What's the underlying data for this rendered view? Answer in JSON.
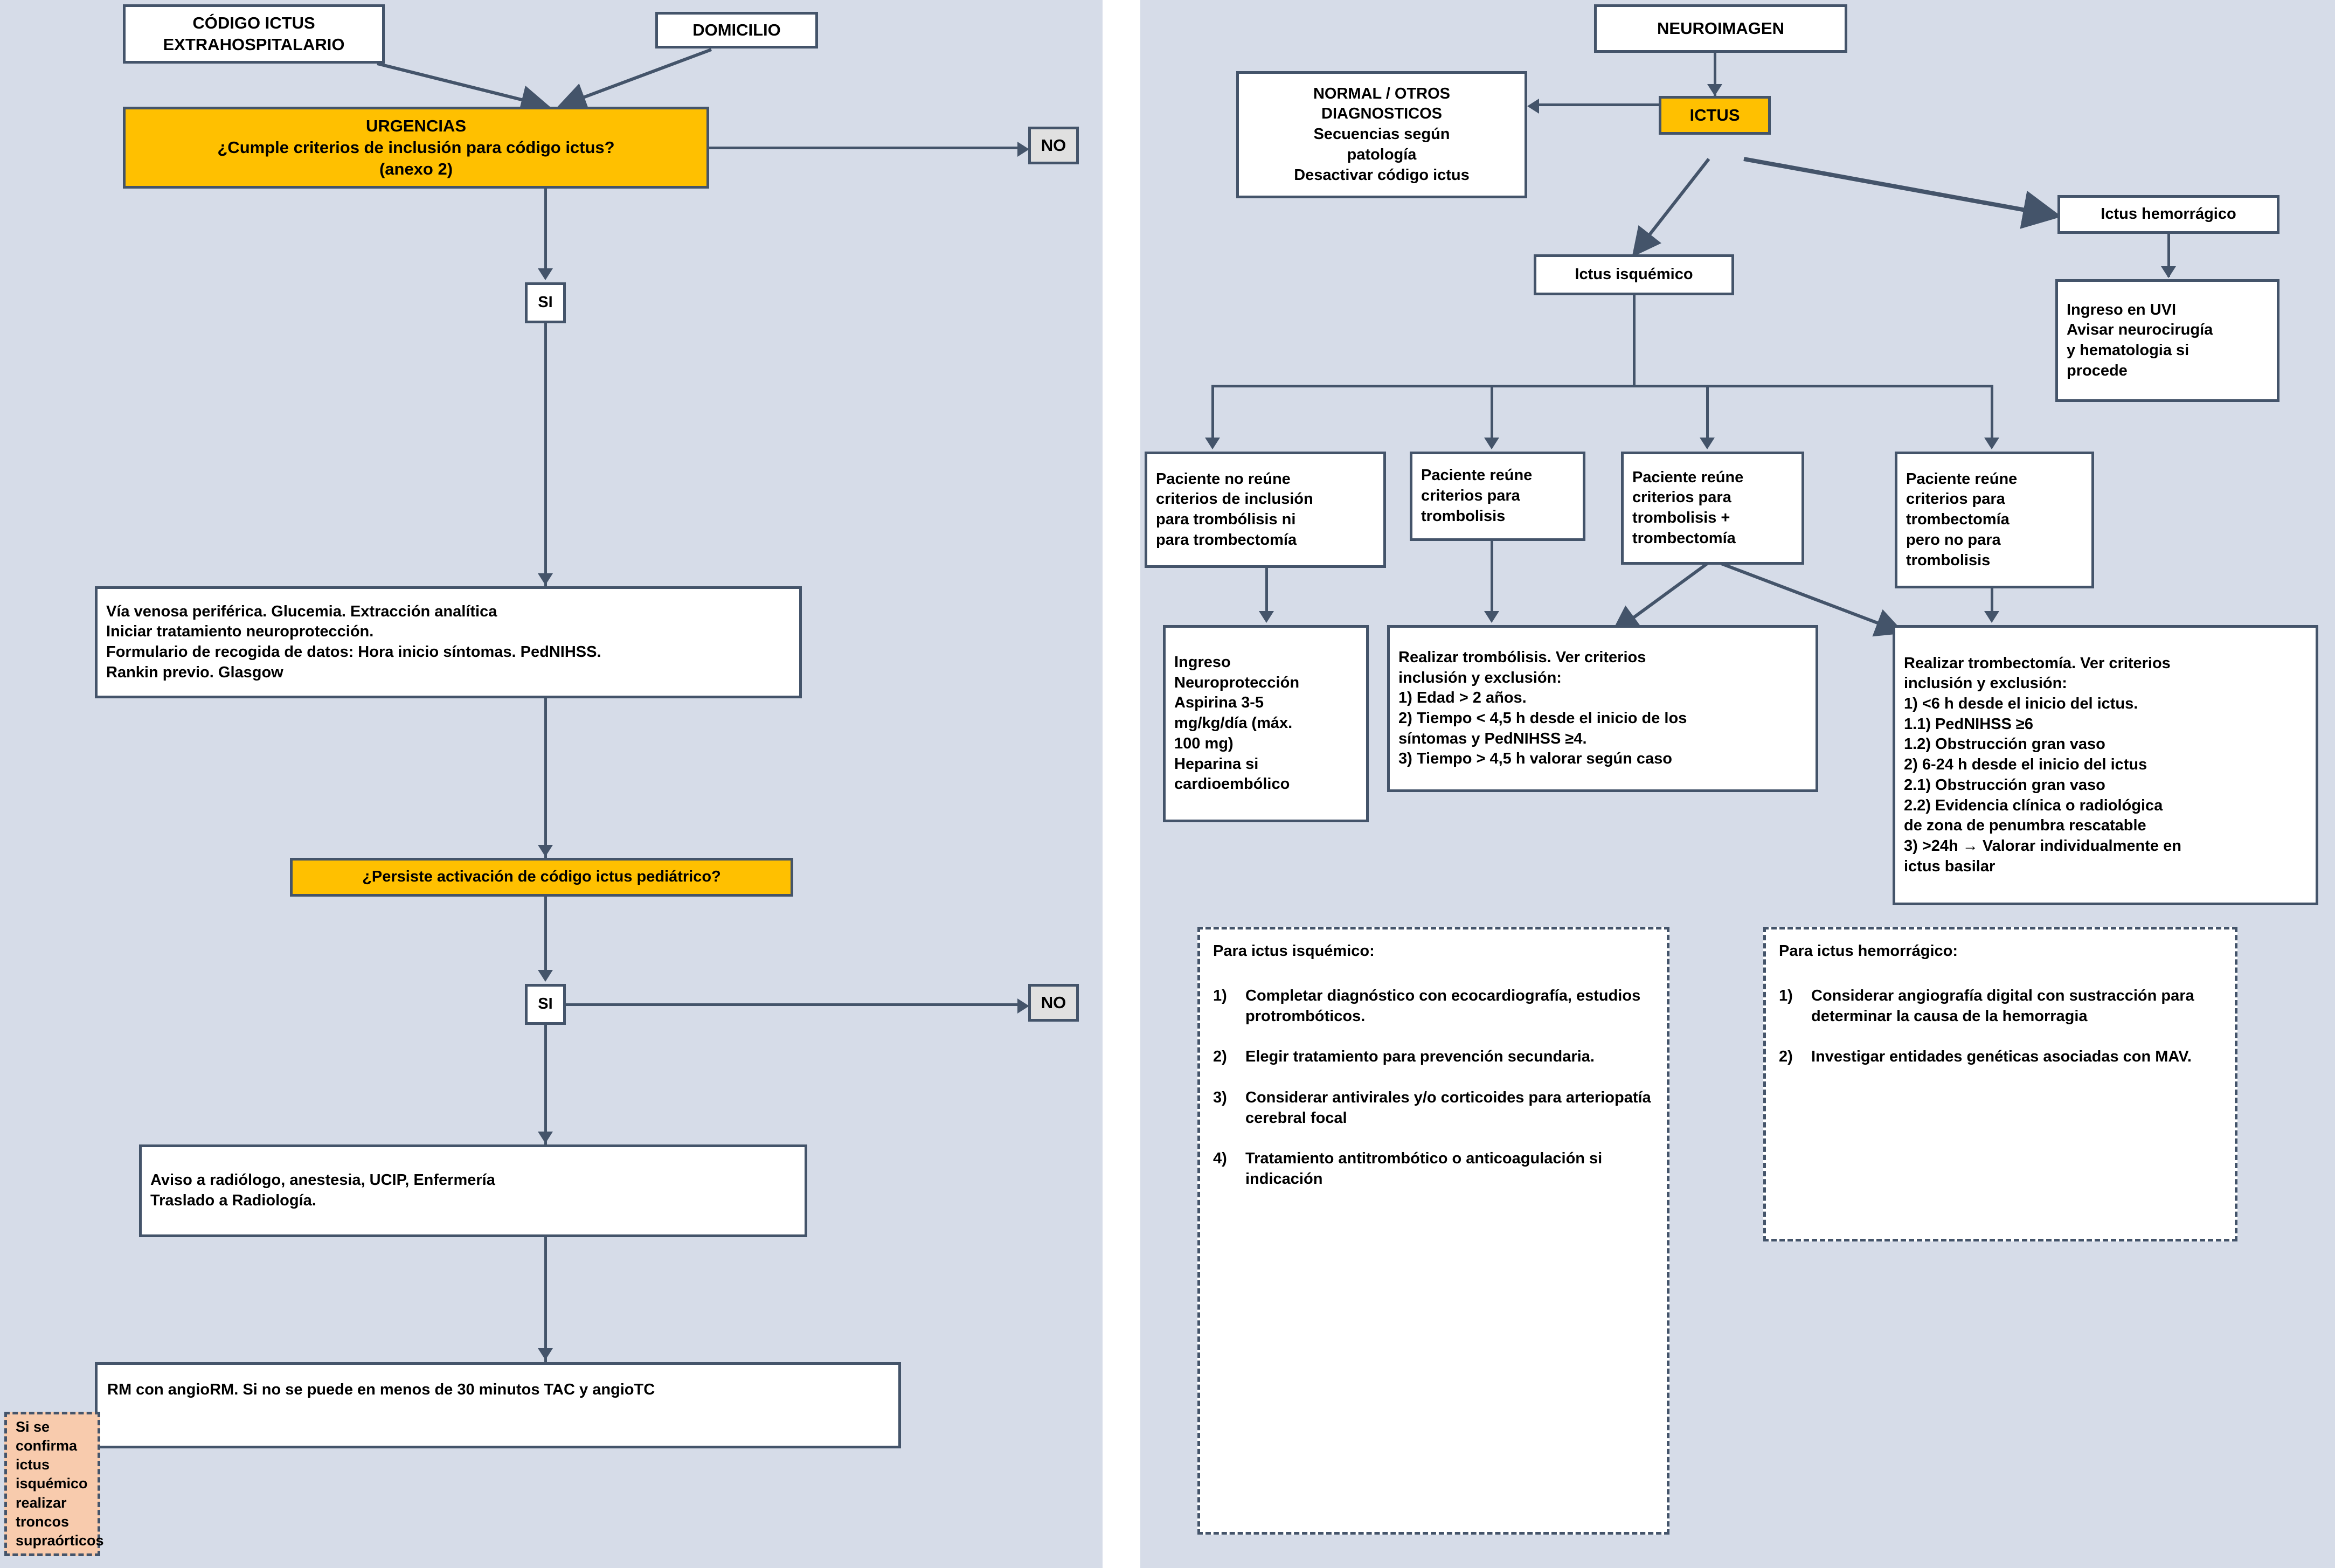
{
  "diagram": {
    "title": "Protocolo codigo ictus pediatrico",
    "colors": {
      "background": "#d6dce8",
      "border": "#44546a",
      "highlight": "#ffc000",
      "note": "#f8cbad",
      "neutral": "#e0e0e0"
    }
  },
  "left_panel": {
    "codigo_ictus_extrahospitalario": "CÓDIGO ICTUS\nEXTRAHOSPITALARIO",
    "domicilio": "DOMICILIO",
    "urgencias": "URGENCIAS\n¿Cumple criterios de inclusión para código ictus?\n(anexo 2)",
    "no_1": "NO",
    "si_1": "SI",
    "via_venosa": "Vía venosa periférica. Glucemia. Extracción analítica\nIniciar tratamiento neuroprotección.\nFormulario de recogida de datos: Hora inicio síntomas. PedNIHSS.\nRankin previo. Glasgow",
    "persiste": "¿Persiste activación de código ictus pediátrico?",
    "si_2": "SI",
    "no_2": "NO",
    "aviso": "Aviso a radiólogo, anestesia, UCIP, Enfermería\nTraslado a Radiología.",
    "rm": "RM con angioRM. Si no se puede en menos de 30 minutos TAC y angioTC",
    "troncos": "Si se confirma ictus isquémico realizar troncos supraórticos"
  },
  "right_panel": {
    "neuroimagen": "NEUROIMAGEN",
    "normal_otros": "NORMAL / OTROS\nDIAGNOSTICOS\nSecuencias según\npatología\nDesactivar código ictus",
    "ictus": "ICTUS",
    "ictus_hemorragico": "Ictus hemorrágico",
    "ingreso_uvi": "Ingreso en UVI\nAvisar neurocirugía\ny hematologia si\nprocede",
    "ictus_isquemico": "Ictus isquémico",
    "paciente_no_reune": "Paciente no reúne\ncriterios de inclusión\npara trombólisis ni\npara trombectomía",
    "paciente_trombolisis": "Paciente reúne\ncriterios para\ntrombolisis",
    "paciente_trombolisis_trombectomia": "Paciente reúne\ncriterios para\ntrombolisis +\ntrombectomía",
    "paciente_trombectomia_no_trombolisis": "Paciente reúne\ncriterios para\ntrombectomía\npero no para\ntrombolisis",
    "ingreso_neuroproteccion": "Ingreso\nNeuroprotección\nAspirina 3-5\nmg/kg/día (máx.\n100 mg)\nHeparina si\ncardioembólico",
    "realizar_trombolisis": "Realizar trombólisis. Ver criterios\ninclusión y exclusión:\n1) Edad > 2 años.\n2) Tiempo < 4,5 h desde el inicio de los\nsíntomas y PedNIHSS ≥4.\n3) Tiempo > 4,5 h valorar según caso",
    "realizar_trombectomia": "Realizar trombectomía. Ver criterios\ninclusión y exclusión:\n1) <6 h desde el inicio del ictus.\n   1.1) PedNIHSS ≥6\n   1.2) Obstrucción gran vaso\n2) 6-24 h desde el inicio del ictus\n   2.1) Obstrucción gran vaso\n   2.2) Evidencia clínica o radiológica\nde zona de penumbra rescatable\n3) >24h → Valorar individualmente en\nictus basilar",
    "note_isquemico": {
      "heading": "Para ictus isquémico:",
      "items": [
        {
          "num": "1)",
          "text": "Completar diagnóstico con ecocardiografía, estudios protrombóticos."
        },
        {
          "num": "2)",
          "text": "Elegir tratamiento para prevención secundaria."
        },
        {
          "num": "3)",
          "text": "Considerar antivirales  y/o corticoides para arteriopatía cerebral focal"
        },
        {
          "num": "4)",
          "text": "Tratamiento antitrombótico o anticoagulación si indicación"
        }
      ]
    },
    "note_hemorragico": {
      "heading": "Para ictus hemorrágico:",
      "items": [
        {
          "num": "1)",
          "text": "Considerar angiografía digital con sustracción para determinar la causa de la hemorragia"
        },
        {
          "num": "2)",
          "text": "Investigar entidades genéticas asociadas con MAV."
        }
      ]
    }
  }
}
